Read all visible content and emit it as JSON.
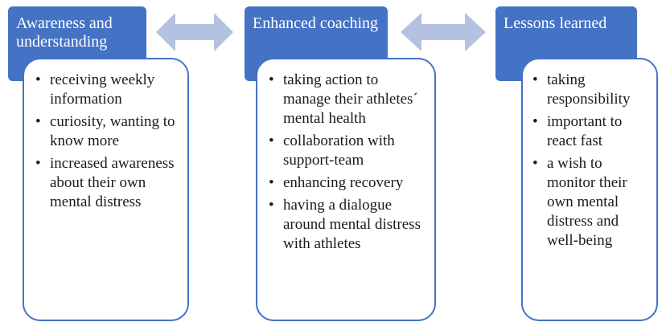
{
  "colors": {
    "accent": "#4472c4",
    "arrow": "#b4c1e0"
  },
  "columns": [
    {
      "header": "Awareness and understanding",
      "items": [
        "receiving weekly information",
        "curiosity, wanting to know more",
        "increased awareness about their own mental distress"
      ]
    },
    {
      "header": "Enhanced coaching",
      "items": [
        "taking action to manage their athletes´ mental health",
        "collaboration with support-team",
        "enhancing recovery",
        "having a dialogue around mental distress with athletes"
      ]
    },
    {
      "header": "Lessons learned",
      "items": [
        "taking responsibility",
        "important to react fast",
        "a wish to monitor their own mental distress and well-being"
      ]
    }
  ],
  "connectors": [
    {
      "from": "Awareness and understanding",
      "to": "Enhanced coaching",
      "type": "double-arrow"
    },
    {
      "from": "Enhanced coaching",
      "to": "Lessons learned",
      "type": "double-arrow"
    }
  ]
}
